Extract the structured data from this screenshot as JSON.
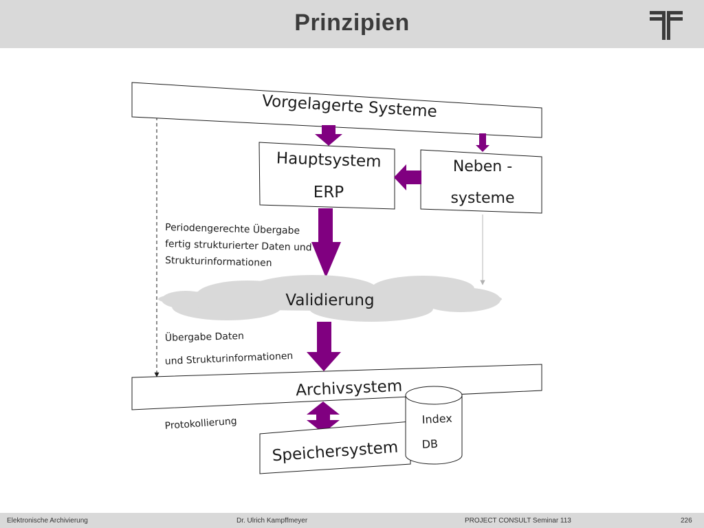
{
  "header": {
    "title": "Prinzipien",
    "logo_icon": "pc-logo-icon"
  },
  "colors": {
    "arrow": "#800080",
    "cloud": "#d9d9d9",
    "header_bg": "#d9d9d9",
    "title": "#3b3b3b"
  },
  "diagram": {
    "upstream_systems": "Vorgelagerte Systeme",
    "main_system": {
      "line1": "Hauptsystem",
      "line2": "ERP"
    },
    "secondary_systems": {
      "line1": "Neben -",
      "line2": "systeme"
    },
    "periodic_transfer": {
      "line1": "Periodengerechte Übergabe",
      "line2": "fertig strukturierter Daten und",
      "line3": "Strukturinformationen"
    },
    "validation": "Validierung",
    "data_transfer": {
      "line1": "Übergabe Daten",
      "line2": "und Strukturinformationen"
    },
    "archive_system": "Archivsystem",
    "logging": "Protokollierung",
    "storage_system": "Speichersystem",
    "index_db": {
      "line1": "Index",
      "line2": "DB"
    }
  },
  "footer": {
    "left": "Elektronische Archivierung",
    "author": "Dr. Ulrich Kampffmeyer",
    "seminar": "PROJECT CONSULT Seminar 113",
    "page": "226"
  }
}
